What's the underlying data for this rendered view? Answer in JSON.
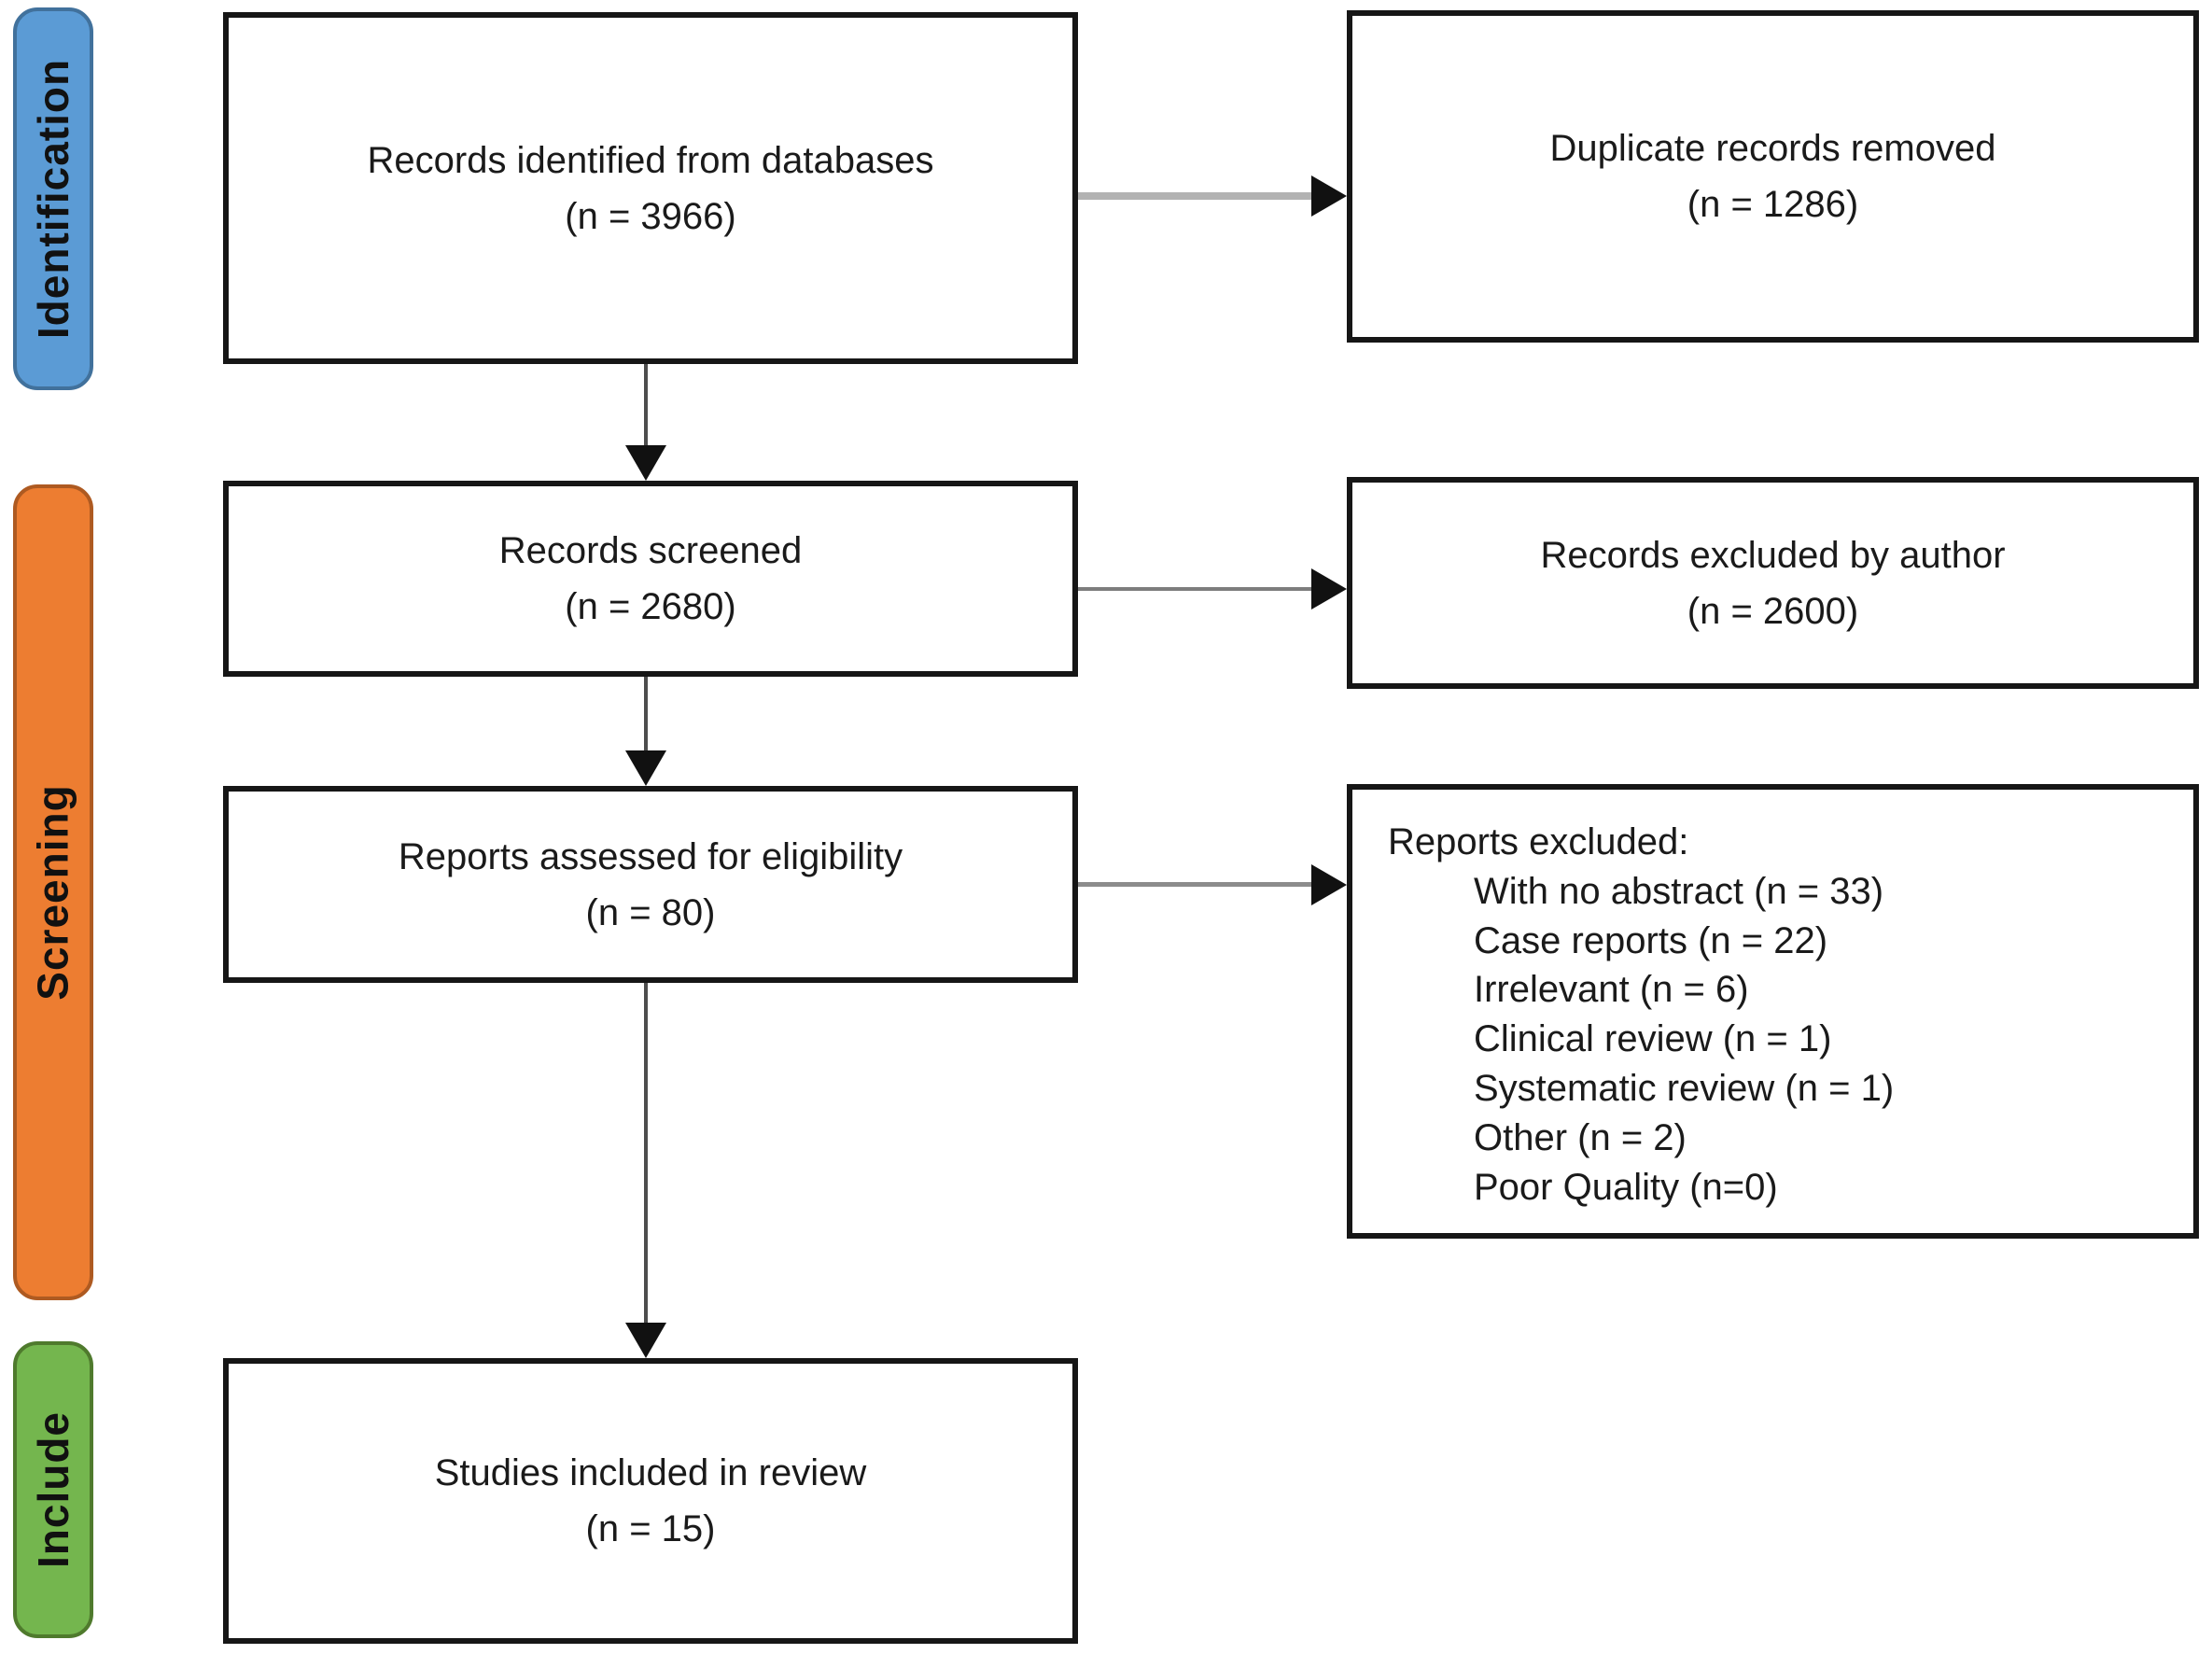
{
  "stages": [
    {
      "label": "Identification",
      "fill": "#5B9BD5",
      "border": "#41719C"
    },
    {
      "label": "Screening",
      "fill": "#ED7D31",
      "border": "#AE5A21"
    },
    {
      "label": "Include",
      "fill": "#74B64E",
      "border": "#4F7A2D"
    }
  ],
  "boxes": {
    "identified": {
      "line1": "Records identified from databases",
      "line2": "(n = 3966)"
    },
    "duplicates": {
      "line1": "Duplicate records removed",
      "line2": "(n = 1286)"
    },
    "screened": {
      "line1": "Records screened",
      "line2": "(n = 2680)"
    },
    "excluded_author": {
      "line1": "Records excluded by author",
      "line2": "(n = 2600)"
    },
    "assessed": {
      "line1": "Reports assessed for eligibility",
      "line2": "(n = 80)"
    },
    "reports_excluded": {
      "title": "Reports excluded:",
      "items": [
        "With no abstract (n = 33)",
        "Case reports (n = 22)",
        "Irrelevant (n = 6)",
        "Clinical review (n = 1)",
        "Systematic review (n = 1)",
        "Other (n = 2)",
        "Poor Quality (n=0)"
      ]
    },
    "included": {
      "line1": "Studies included in review",
      "line2": "(n = 15)"
    }
  }
}
